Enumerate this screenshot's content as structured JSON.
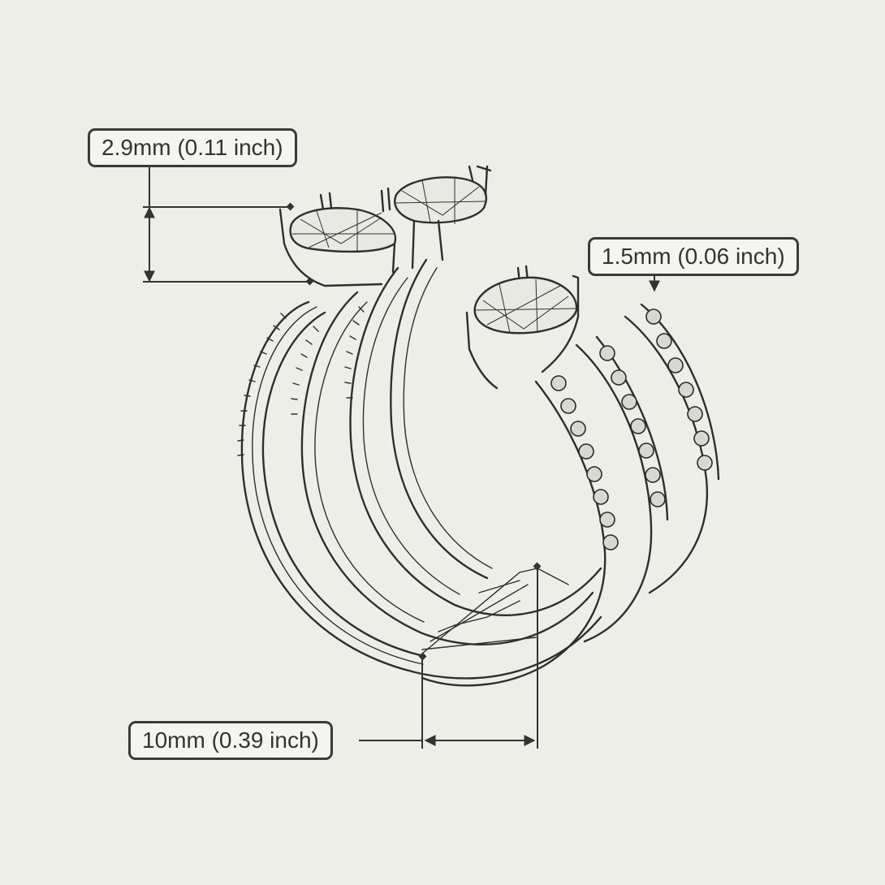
{
  "dimensions": {
    "height_label": "2.9mm (0.11 inch)",
    "stone_label": "1.5mm (0.06 inch)",
    "width_label": "10mm (0.39 inch)"
  },
  "colors": {
    "background": "#eeeee9",
    "line": "#2e2e2e",
    "label_border": "#3a3a3a"
  }
}
